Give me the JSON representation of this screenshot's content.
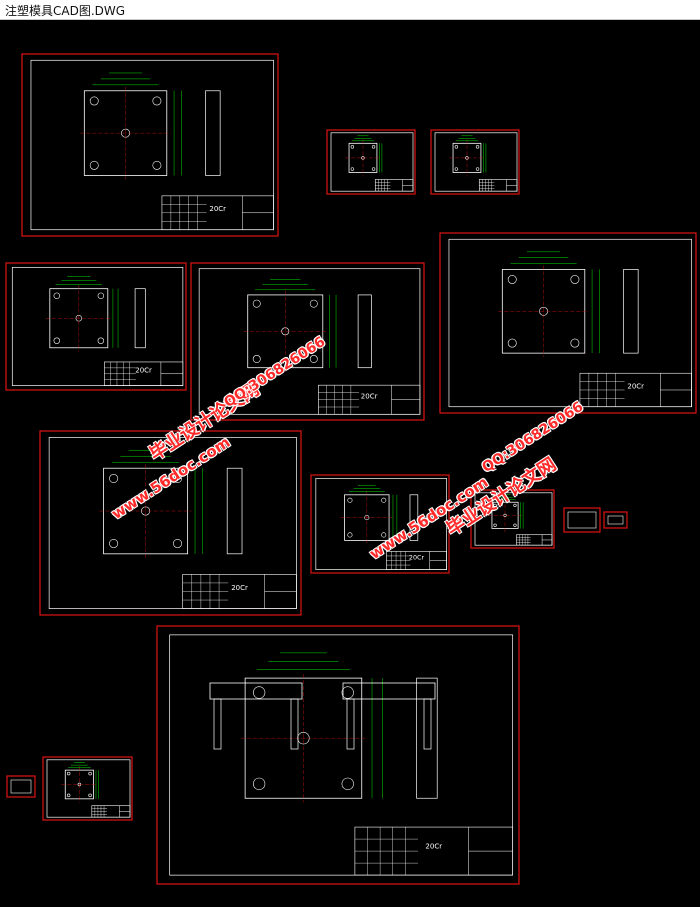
{
  "window": {
    "title": "注塑模具CAD图.DWG"
  },
  "drawing": {
    "background": "#000000",
    "frame_color": "#e01414",
    "line_color": "#ffffff",
    "dim_color": "#00e000",
    "material_label": "20Cr"
  },
  "watermark": {
    "site_name": "毕业设计论文网",
    "url": "www.56doc.com",
    "qq": "QQ:306826066"
  }
}
